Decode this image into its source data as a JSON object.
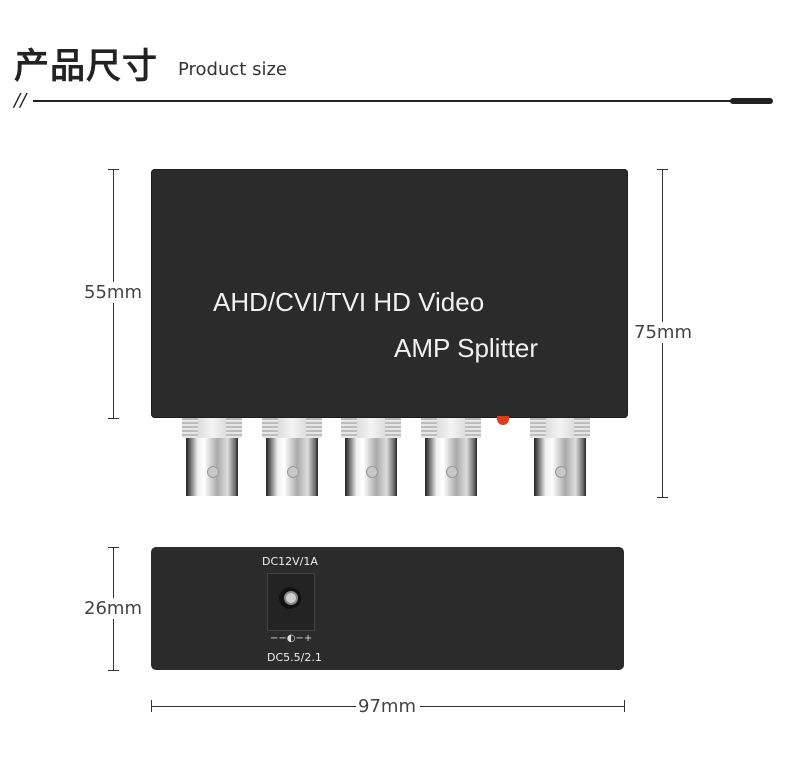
{
  "header": {
    "title_cn": "产品尺寸",
    "title_en": "Product size",
    "decor_slashes": "//"
  },
  "front_view": {
    "label_line1": "AHD/CVI/TVI HD Video",
    "label_line2": "AMP Splitter",
    "bnc_connector_count": 5,
    "led_color": "#e03a1c",
    "body_color": "#2b2b2b"
  },
  "side_view": {
    "power_label": "DC12V/1A",
    "polarity_symbol": "−−◐−+",
    "jack_spec": "DC5.5/2.1"
  },
  "dimensions": {
    "body_height": "55mm",
    "total_height": "75mm",
    "depth": "26mm",
    "width": "97mm"
  }
}
